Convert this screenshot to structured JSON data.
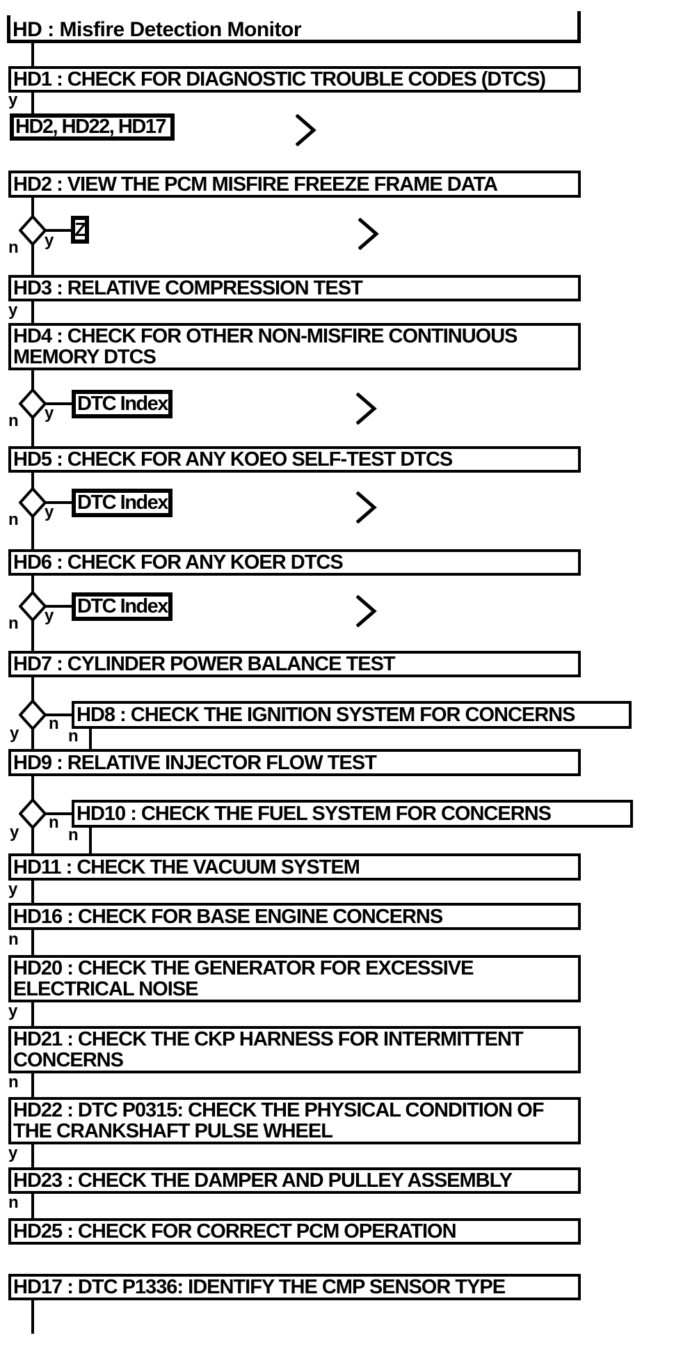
{
  "title": {
    "text": "HD : Misfire Detection Monitor"
  },
  "labels": {
    "yes": "y",
    "no": "n"
  },
  "refs": {
    "goto_list": "HD2, HD22, HD17",
    "z": "Z",
    "dtc_index": "DTC Index"
  },
  "nodes": {
    "hd1": {
      "lines": [
        "HD1 : CHECK FOR DIAGNOSTIC TROUBLE CODES (DTCS)"
      ]
    },
    "hd2": {
      "lines": [
        "HD2 : VIEW THE PCM MISFIRE FREEZE FRAME DATA"
      ]
    },
    "hd3": {
      "lines": [
        "HD3 : RELATIVE COMPRESSION TEST"
      ]
    },
    "hd4": {
      "lines": [
        "HD4 : CHECK FOR OTHER NON-MISFIRE CONTINUOUS",
        "MEMORY DTCS"
      ]
    },
    "hd5": {
      "lines": [
        "HD5 : CHECK FOR ANY KOEO SELF-TEST DTCS"
      ]
    },
    "hd6": {
      "lines": [
        "HD6 : CHECK FOR ANY KOER DTCS"
      ]
    },
    "hd7": {
      "lines": [
        "HD7 : CYLINDER POWER BALANCE TEST"
      ]
    },
    "hd8": {
      "lines": [
        "HD8 : CHECK THE IGNITION SYSTEM FOR CONCERNS"
      ]
    },
    "hd9": {
      "lines": [
        "HD9 : RELATIVE INJECTOR FLOW TEST"
      ]
    },
    "hd10": {
      "lines": [
        "HD10 : CHECK THE FUEL SYSTEM FOR CONCERNS"
      ]
    },
    "hd11": {
      "lines": [
        "HD11 : CHECK THE VACUUM SYSTEM"
      ]
    },
    "hd16": {
      "lines": [
        "HD16 : CHECK FOR BASE ENGINE CONCERNS"
      ]
    },
    "hd20": {
      "lines": [
        "HD20 : CHECK THE GENERATOR FOR EXCESSIVE",
        "ELECTRICAL NOISE"
      ]
    },
    "hd21": {
      "lines": [
        "HD21 : CHECK THE CKP HARNESS FOR INTERMITTENT",
        "CONCERNS"
      ]
    },
    "hd22": {
      "lines": [
        "HD22 : DTC P0315: CHECK THE PHYSICAL CONDITION OF",
        "THE CRANKSHAFT PULSE WHEEL"
      ]
    },
    "hd23": {
      "lines": [
        "HD23 : CHECK THE DAMPER AND PULLEY ASSEMBLY"
      ]
    },
    "hd25": {
      "lines": [
        "HD25 : CHECK FOR CORRECT PCM OPERATION"
      ]
    },
    "hd17": {
      "lines": [
        "HD17 : DTC P1336: IDENTIFY THE CMP SENSOR TYPE"
      ]
    }
  }
}
